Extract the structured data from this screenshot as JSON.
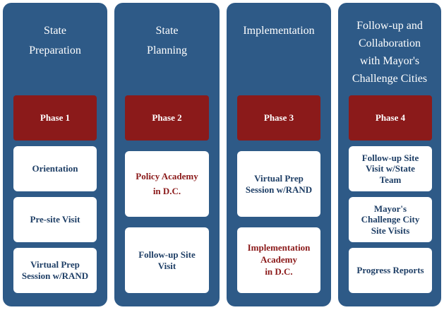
{
  "columns": [
    {
      "title_lines": [
        "State",
        "Preparation"
      ],
      "phase": "Phase 1",
      "boxes": [
        {
          "lines": [
            "Orientation"
          ]
        },
        {
          "lines": [
            "Pre-site Visit"
          ]
        },
        {
          "lines": [
            "Virtual Prep",
            "Session w/RAND"
          ]
        }
      ]
    },
    {
      "title_lines": [
        "State",
        "Planning"
      ],
      "phase": "Phase 2",
      "boxes": [
        {
          "lines": [
            "Policy Academy",
            "in D.C."
          ]
        },
        {
          "lines": [
            "Follow-up Site",
            "Visit"
          ]
        }
      ]
    },
    {
      "title_lines": [
        "Implementation"
      ],
      "phase": "Phase 3",
      "boxes": [
        {
          "lines": [
            "Virtual Prep",
            "Session w/RAND"
          ]
        },
        {
          "lines": [
            "Implementation",
            "Academy",
            "in D.C."
          ]
        }
      ]
    },
    {
      "title_lines": [
        "Follow-up and",
        "Collaboration",
        "with Mayor's",
        "Challenge Cities"
      ],
      "phase": "Phase 4",
      "boxes": [
        {
          "lines": [
            "Follow-up Site",
            "Visit w/State",
            "Team"
          ]
        },
        {
          "lines": [
            "Mayor's",
            "Challenge City",
            "Site Visits"
          ]
        },
        {
          "lines": [
            "Progress Reports"
          ]
        }
      ]
    }
  ],
  "colors": {
    "column_bg": "#2e5a87",
    "phase_bg": "#8b1a1a",
    "box_text_blue": "#1f3f66",
    "box_text_red": "#8b1a1a"
  }
}
